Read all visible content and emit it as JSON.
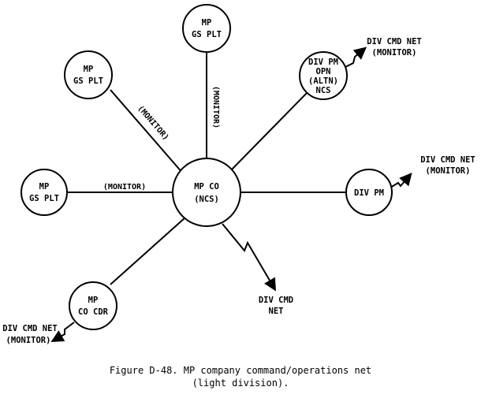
{
  "nodes": {
    "center": [
      "MP CO",
      "(NCS)"
    ],
    "top": [
      "MP",
      "GS PLT"
    ],
    "upper_left": [
      "MP",
      "GS PLT"
    ],
    "left": [
      "MP",
      "GS PLT"
    ],
    "lower_left": [
      "MP",
      "CO CDR"
    ],
    "upper_right": [
      "DIV PM",
      "OPN",
      "(ALTN)",
      "NCS"
    ],
    "right": [
      "DIV PM"
    ]
  },
  "links": {
    "top_label": "(MONITOR)",
    "upper_left_label": "(MONITOR)",
    "left_label": "(MONITOR)"
  },
  "external": {
    "upper_right": [
      "DIV CMD NET",
      "(MONITOR)"
    ],
    "right": [
      "DIV CMD NET",
      "(MONITOR)"
    ],
    "bottom_center": [
      "DIV CMD",
      "NET"
    ],
    "lower_left": [
      "DIV CMD NET",
      "(MONITOR)"
    ]
  },
  "caption": {
    "line1": "Figure D-48. MP company command/operations net",
    "line2": "(light division)."
  }
}
